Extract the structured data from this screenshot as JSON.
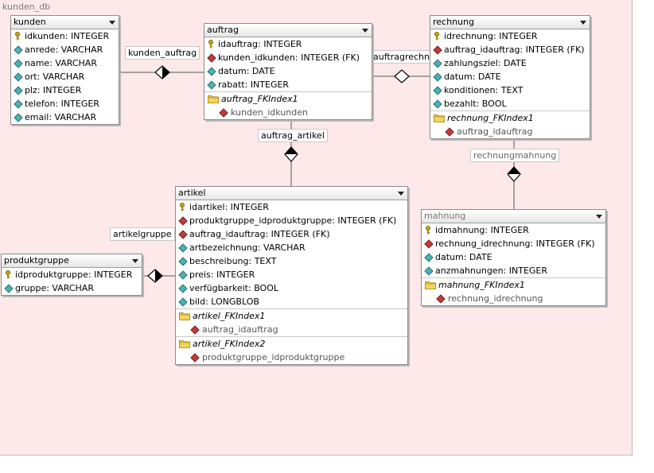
{
  "diagram": {
    "db_name": "kunden_db",
    "relations": [
      {
        "label": "kunden_auftrag"
      },
      {
        "label": "auftragrechnung"
      },
      {
        "label": "auftrag_artikel"
      },
      {
        "label": "rechnungmahnung"
      },
      {
        "label": "artikelgruppe"
      }
    ],
    "tables": {
      "kunden": {
        "name": "kunden",
        "columns": [
          {
            "text": "idkunden: INTEGER",
            "icon": "primary-key-icon"
          },
          {
            "text": "anrede: VARCHAR",
            "icon": "column-icon"
          },
          {
            "text": "name: VARCHAR",
            "icon": "column-icon"
          },
          {
            "text": "ort: VARCHAR",
            "icon": "column-icon"
          },
          {
            "text": "plz: INTEGER",
            "icon": "column-icon"
          },
          {
            "text": "telefon: INTEGER",
            "icon": "column-icon"
          },
          {
            "text": "email: VARCHAR",
            "icon": "column-icon"
          }
        ]
      },
      "auftrag": {
        "name": "auftrag",
        "columns": [
          {
            "text": "idauftrag: INTEGER",
            "icon": "primary-key-icon"
          },
          {
            "text": "kunden_idkunden: INTEGER (FK)",
            "icon": "foreign-key-icon"
          },
          {
            "text": "datum: DATE",
            "icon": "column-icon"
          },
          {
            "text": "rabatt: INTEGER",
            "icon": "column-icon"
          }
        ],
        "indexes": [
          {
            "name": "auftrag_FKIndex1",
            "column": "kunden_idkunden"
          }
        ]
      },
      "rechnung": {
        "name": "rechnung",
        "columns": [
          {
            "text": "idrechnung: INTEGER",
            "icon": "primary-key-icon"
          },
          {
            "text": "auftrag_idauftrag: INTEGER (FK)",
            "icon": "foreign-key-icon"
          },
          {
            "text": "zahlungsziel: DATE",
            "icon": "column-icon"
          },
          {
            "text": "datum: DATE",
            "icon": "column-icon"
          },
          {
            "text": "konditionen: TEXT",
            "icon": "column-icon"
          },
          {
            "text": "bezahlt: BOOL",
            "icon": "column-icon"
          }
        ],
        "indexes": [
          {
            "name": "rechnung_FKIndex1",
            "column": "auftrag_idauftrag"
          }
        ]
      },
      "artikel": {
        "name": "artikel",
        "columns": [
          {
            "text": "idartikel: INTEGER",
            "icon": "primary-key-icon"
          },
          {
            "text": "produktgruppe_idproduktgruppe: INTEGER (FK)",
            "icon": "foreign-key-icon"
          },
          {
            "text": "auftrag_idauftrag: INTEGER (FK)",
            "icon": "foreign-key-icon"
          },
          {
            "text": "artbezeichnung: VARCHAR",
            "icon": "column-icon"
          },
          {
            "text": "beschreibung: TEXT",
            "icon": "column-icon"
          },
          {
            "text": "preis: INTEGER",
            "icon": "column-icon"
          },
          {
            "text": "verfügbarkeit: BOOL",
            "icon": "column-icon"
          },
          {
            "text": "bild: LONGBLOB",
            "icon": "column-icon"
          }
        ],
        "indexes": [
          {
            "name": "artikel_FKIndex1",
            "column": "auftrag_idauftrag"
          },
          {
            "name": "artikel_FKIndex2",
            "column": "produktgruppe_idproduktgruppe"
          }
        ]
      },
      "produktgruppe": {
        "name": "produktgruppe",
        "columns": [
          {
            "text": "idproduktgruppe: INTEGER",
            "icon": "primary-key-icon"
          },
          {
            "text": "gruppe: VARCHAR",
            "icon": "column-icon"
          }
        ]
      },
      "mahnung": {
        "name": "mahnung",
        "columns": [
          {
            "text": "idmahnung: INTEGER",
            "icon": "primary-key-icon"
          },
          {
            "text": "rechnung_idrechnung: INTEGER (FK)",
            "icon": "foreign-key-icon"
          },
          {
            "text": "datum: DATE",
            "icon": "column-icon"
          },
          {
            "text": "anzmahnungen: INTEGER",
            "icon": "column-icon"
          }
        ],
        "indexes": [
          {
            "name": "mahnung_FKIndex1",
            "column": "rechnung_idrechnung"
          }
        ]
      }
    },
    "colors": {
      "canvas": "#fde9e9",
      "primary_key": "#c8a800",
      "foreign_key": "#c23c3c",
      "column": "#48b3b3",
      "index_folder": "#e8c440"
    }
  }
}
